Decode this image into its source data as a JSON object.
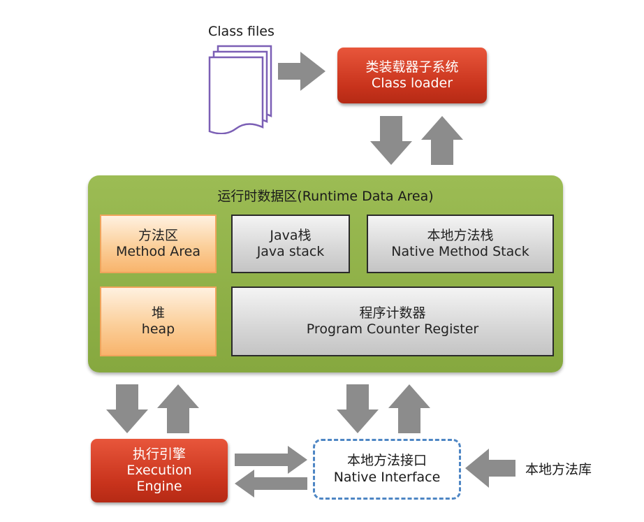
{
  "class_files": {
    "label": "Class files"
  },
  "class_loader": {
    "zh": "类装载器子系统",
    "en": "Class loader"
  },
  "runtime_area": {
    "title": "运行时数据区(Runtime Data Area)",
    "method_area": {
      "zh": "方法区",
      "en": "Method Area"
    },
    "java_stack": {
      "zh": "Java栈",
      "en": "Java stack"
    },
    "native_method_stack": {
      "zh": "本地方法栈",
      "en": "Native Method Stack"
    },
    "heap": {
      "zh": "堆",
      "en": "heap"
    },
    "pc_register": {
      "zh": "程序计数器",
      "en": "Program Counter Register"
    }
  },
  "execution_engine": {
    "zh": "执行引擎",
    "en1": "Execution",
    "en2": "Engine"
  },
  "native_interface": {
    "zh": "本地方法接口",
    "en": "Native Interface"
  },
  "native_library": {
    "label": "本地方法库"
  },
  "colors": {
    "red_box": "#d13f23",
    "green_area": "#90b048",
    "orange_box": "#fbcf9a",
    "gray_box": "#d6d6d6",
    "arrow": "#8c8c8c",
    "document_outline": "#7b5fb5",
    "dashed_border": "#4e86c4"
  }
}
